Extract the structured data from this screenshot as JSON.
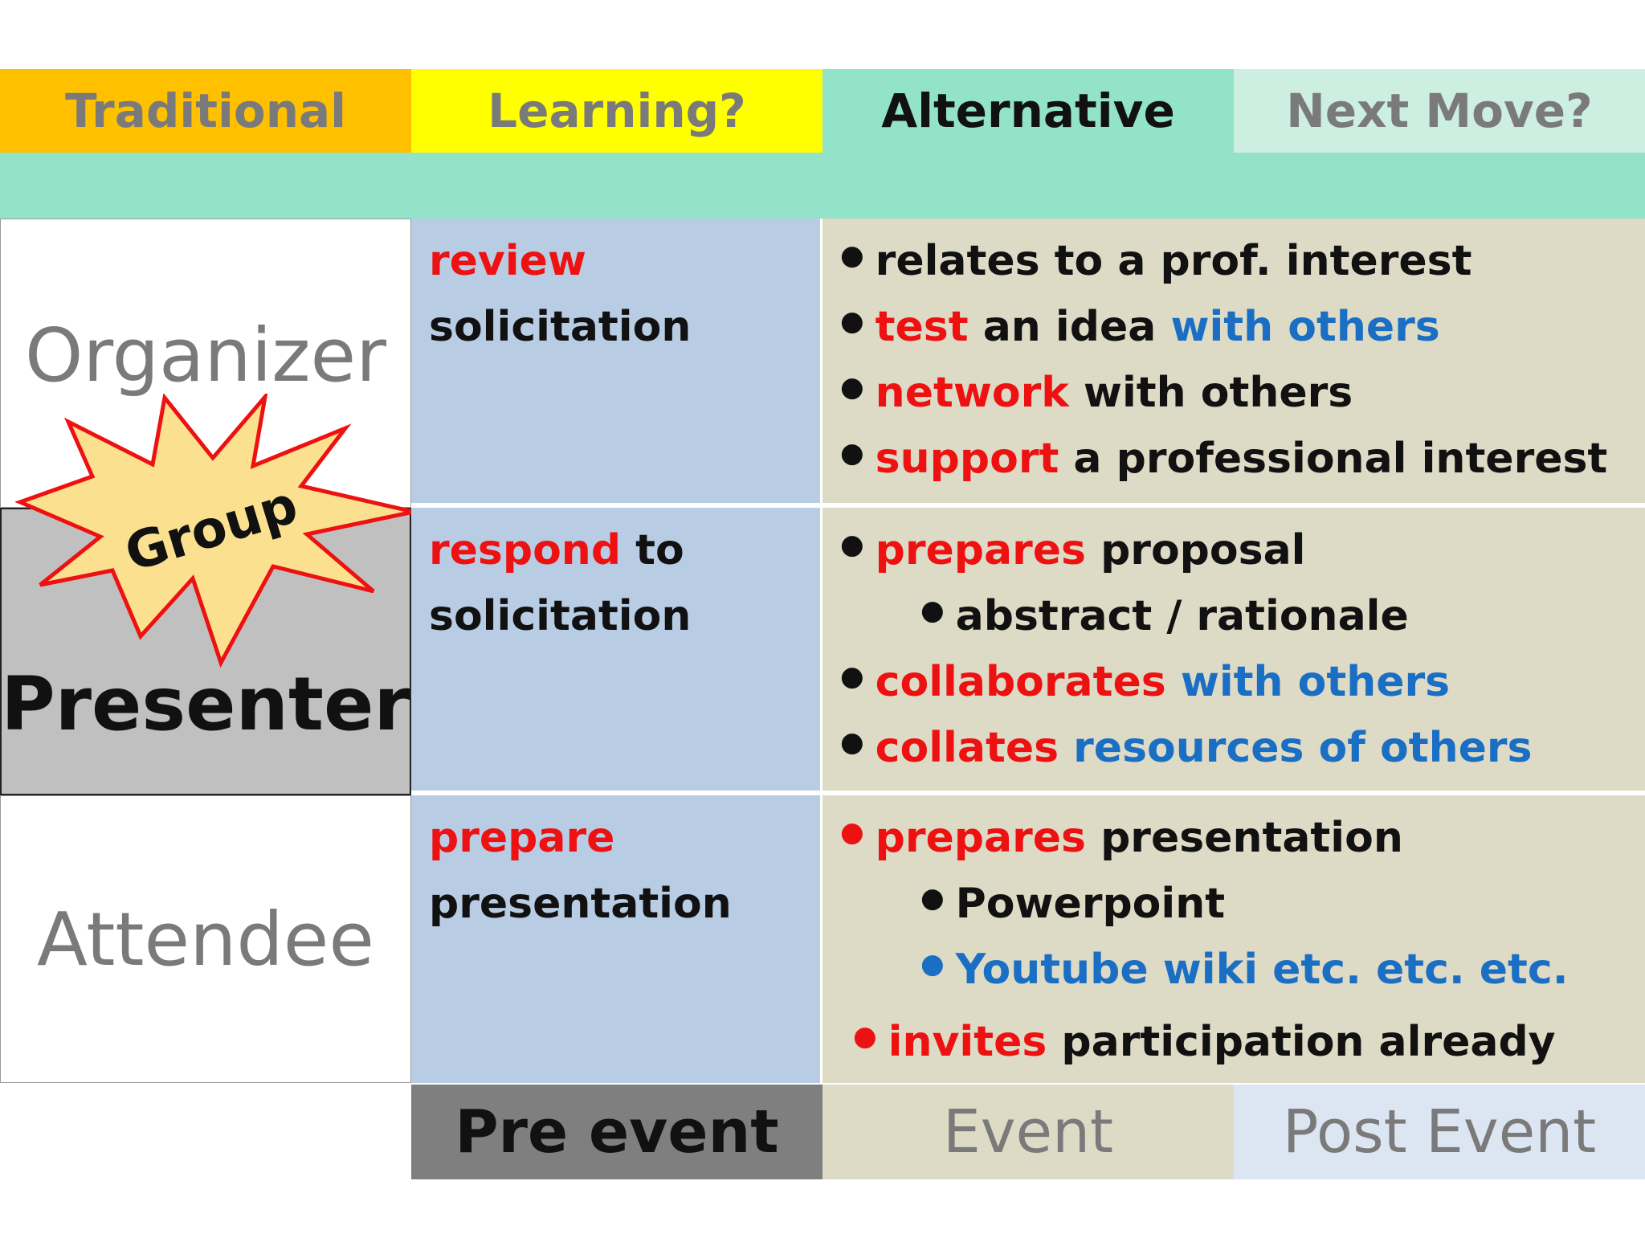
{
  "header": {
    "tabs": [
      {
        "label": "Traditional",
        "bg": "#ffc000",
        "color": "#7a7a7a"
      },
      {
        "label": "Learning?",
        "bg": "#ffff00",
        "color": "#7a7a7a"
      },
      {
        "label": "Alternative",
        "bg": "#93e3c8",
        "color": "#111111"
      },
      {
        "label": "Next Move?",
        "bg": "#ccefe1",
        "color": "#7a7a7a"
      }
    ],
    "band_color": "#93e3c8"
  },
  "roles": {
    "organizer": "Organizer",
    "presenter": "Presenter",
    "attendee": "Attendee",
    "burst": "Group"
  },
  "pre_event": {
    "row1": {
      "verb": "review",
      "rest": "solicitation"
    },
    "row2": {
      "verb": "respond",
      "rest1": " to",
      "rest2": "solicitation"
    },
    "row3": {
      "verb": "prepare",
      "rest": "presentation"
    }
  },
  "alternative": {
    "row1": {
      "b1": "relates to a prof. interest",
      "b2_red": "test",
      "b2_black": " an idea ",
      "b2_blue": "with others",
      "b3_red": "network",
      "b3_black": " with others",
      "b4_red": "support",
      "b4_black": " a professional interest"
    },
    "row2": {
      "b1_red": "prepares",
      "b1_black": " proposal",
      "b1_sub": "abstract / rationale",
      "b2_red": "collaborates",
      "b2_blue": " with others",
      "b3_red": "collates",
      "b3_blue": " resources of others"
    },
    "row3": {
      "b1_red": "prepares",
      "b1_black": " presentation",
      "b1_sub1": "Powerpoint",
      "b1_sub2": "Youtube wiki etc. etc. etc.",
      "b2_red": "invites",
      "b2_black": " participation already"
    }
  },
  "footer": {
    "pre_event": "Pre event",
    "event": "Event",
    "post_event": "Post Event"
  },
  "colors": {
    "blue_cell": "#b8cce4",
    "tan_cell": "#dddac5",
    "presenter_cell": "#c0c0c0",
    "pre_event_bg": "#7f7f7f",
    "event_bg": "#dddac5",
    "post_event_bg": "#dce6f2",
    "red": "#ee1111",
    "blue": "#1a6fc4"
  }
}
